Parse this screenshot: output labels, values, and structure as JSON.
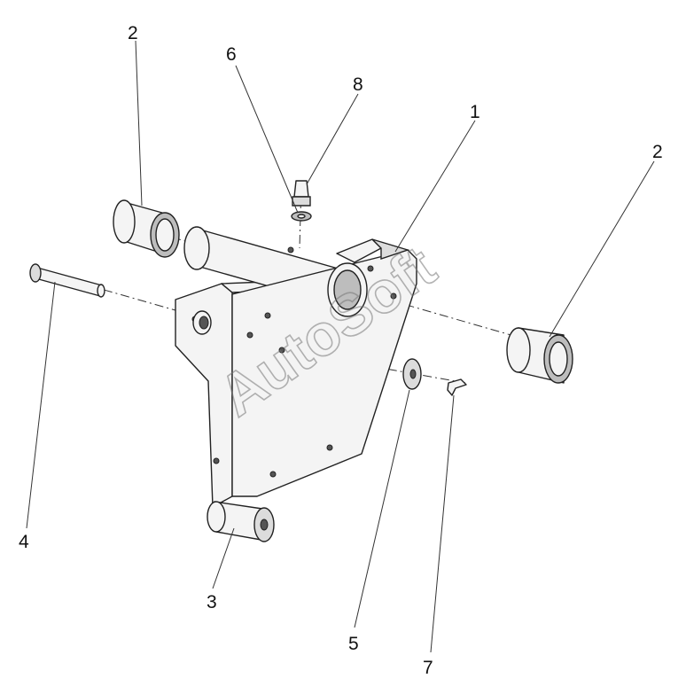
{
  "callouts": [
    {
      "id": "c2a",
      "label": "2"
    },
    {
      "id": "c6",
      "label": "6"
    },
    {
      "id": "c8",
      "label": "8"
    },
    {
      "id": "c1",
      "label": "1"
    },
    {
      "id": "c2b",
      "label": "2"
    },
    {
      "id": "c4",
      "label": "4"
    },
    {
      "id": "c3",
      "label": "3"
    },
    {
      "id": "c5",
      "label": "5"
    },
    {
      "id": "c7",
      "label": "7"
    }
  ],
  "watermark": "AutoSoft"
}
